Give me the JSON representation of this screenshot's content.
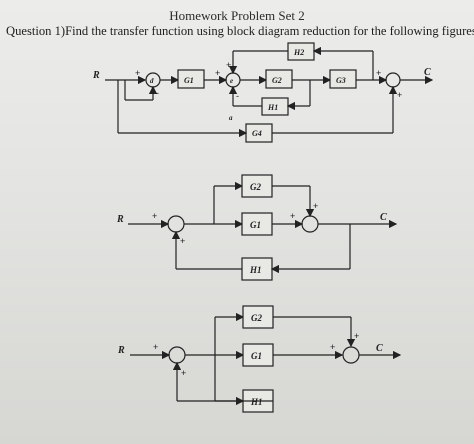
{
  "header": {
    "title": "Homework Problem Set 2",
    "question": "Question 1)Find the transfer function using block diagram reduction for the following figures"
  },
  "diagram1": {
    "input": "R",
    "output": "C",
    "blocks": [
      "G1",
      "G2",
      "G3",
      "H2",
      "H1",
      "G4"
    ],
    "nodes": [
      "d",
      "e"
    ],
    "node_label_a": "a",
    "signs": [
      "+",
      "-",
      "+",
      "+",
      "-",
      "+",
      "+"
    ]
  },
  "diagram2": {
    "input": "R",
    "output": "C",
    "blocks": [
      "G2",
      "G1",
      "H1"
    ],
    "signs": [
      "+",
      "+",
      "+",
      "+"
    ]
  },
  "diagram3": {
    "input": "R",
    "output": "C",
    "blocks": [
      "G2",
      "G1",
      "H1"
    ],
    "signs": [
      "+",
      "+",
      "+",
      "+"
    ]
  }
}
